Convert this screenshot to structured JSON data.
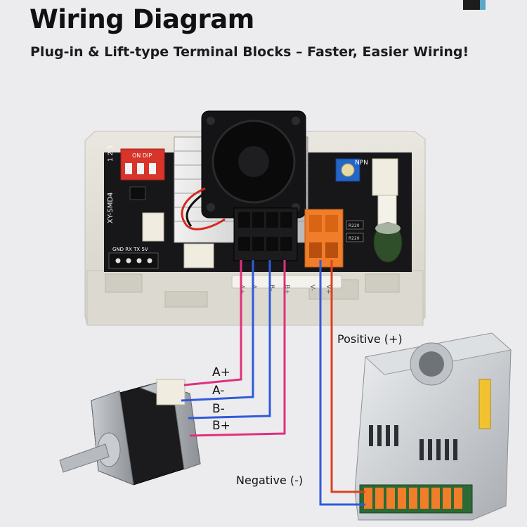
{
  "header": {
    "title": "Wiring Diagram",
    "subtitle": "Plug-in & Lift-type Terminal Blocks – Faster, Easier Wiring!"
  },
  "board": {
    "model_label": "XY-SMD4",
    "dip_label": "ON DIP",
    "dip_numbers": "1 2 3",
    "uart_pins": "GND RX TX 5V",
    "npn_label": "NPN",
    "resistor_1": "R220",
    "resistor_2": "R220",
    "motor_terminal_labels": [
      "A+",
      "A-",
      "B-",
      "B+"
    ],
    "power_terminal_labels": [
      "V-",
      "V+"
    ]
  },
  "wires": {
    "a_plus": "A+",
    "a_minus": "A-",
    "b_minus": "B-",
    "b_plus": "B+"
  },
  "psu": {
    "positive_label": "Positive (+)",
    "negative_label": "Negative (-)"
  },
  "colors": {
    "wire_pink": "#e0307a",
    "wire_blue": "#2f5ad8",
    "wire_red": "#e0401c",
    "terminal_orange": "#f07d2a"
  }
}
